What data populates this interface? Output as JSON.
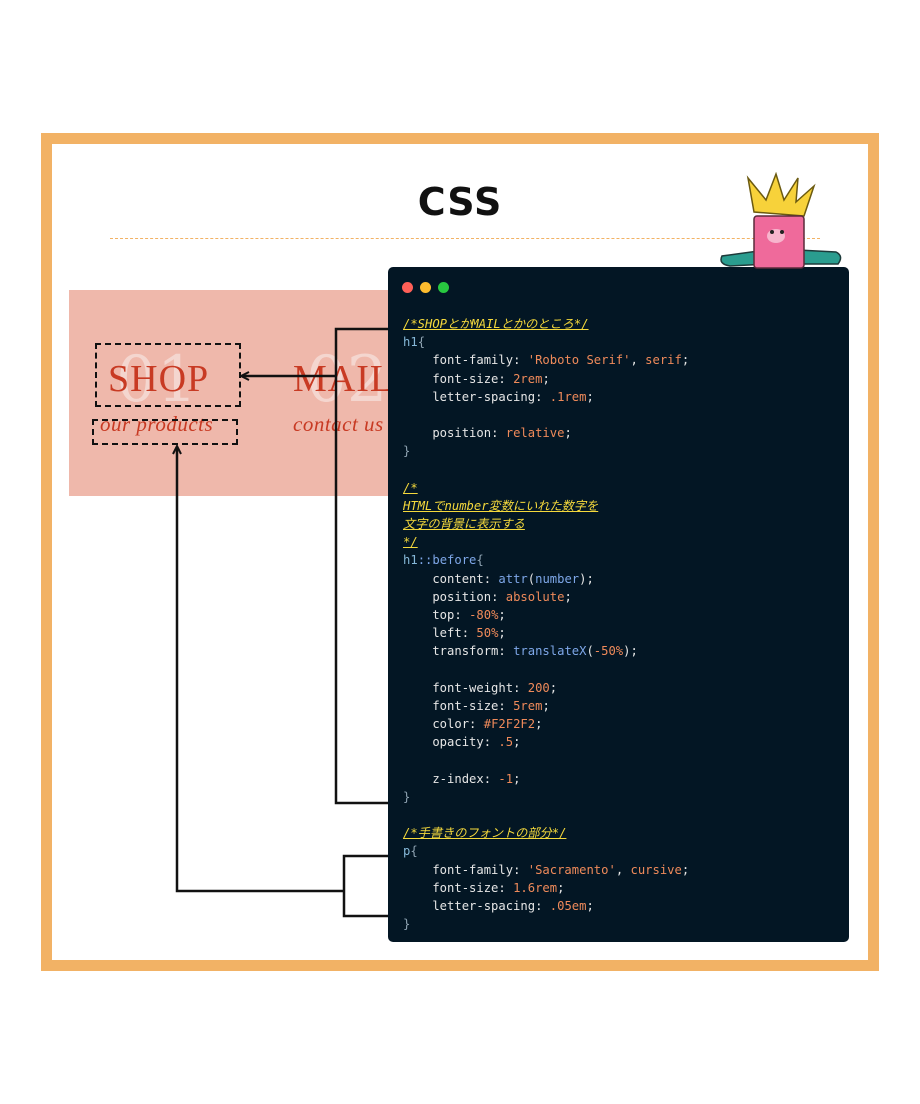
{
  "title": "CSS",
  "preview": {
    "items": [
      {
        "number": "01",
        "label": "SHOP",
        "sub": "our products"
      },
      {
        "number": "02",
        "label": "MAIL",
        "sub": "contact us"
      }
    ]
  },
  "colors": {
    "frame": "#f2b265",
    "preview_bg": "#efb8ab",
    "brand_red": "#c83a23",
    "editor_bg": "#031624",
    "comment": "#f5d93c",
    "value": "#ef8a5a"
  },
  "window_dots": [
    "#ff5f57",
    "#febc2e",
    "#28c840"
  ],
  "code_lines": [
    [
      {
        "t": "/*SHOPとかMAILとかのところ*/",
        "c": "cm"
      }
    ],
    [
      {
        "t": "h1",
        "c": "sel"
      },
      {
        "t": "{",
        "c": "br"
      }
    ],
    [
      {
        "t": "    font-family",
        "c": "prop"
      },
      {
        "t": ": ",
        "c": "prop"
      },
      {
        "t": "'Roboto Serif'",
        "c": "val"
      },
      {
        "t": ", ",
        "c": "prop"
      },
      {
        "t": "serif",
        "c": "val"
      },
      {
        "t": ";",
        "c": "prop"
      }
    ],
    [
      {
        "t": "    font-size",
        "c": "prop"
      },
      {
        "t": ": ",
        "c": "prop"
      },
      {
        "t": "2rem",
        "c": "val"
      },
      {
        "t": ";",
        "c": "prop"
      }
    ],
    [
      {
        "t": "    letter-spacing",
        "c": "prop"
      },
      {
        "t": ": ",
        "c": "prop"
      },
      {
        "t": ".1rem",
        "c": "val"
      },
      {
        "t": ";",
        "c": "prop"
      }
    ],
    [],
    [
      {
        "t": "    position",
        "c": "prop"
      },
      {
        "t": ": ",
        "c": "prop"
      },
      {
        "t": "relative",
        "c": "val"
      },
      {
        "t": ";",
        "c": "prop"
      }
    ],
    [
      {
        "t": "}",
        "c": "br"
      }
    ],
    [],
    [
      {
        "t": "/*",
        "c": "cm"
      }
    ],
    [
      {
        "t": "HTMLでnumber変数にいれた数字を",
        "c": "cm"
      }
    ],
    [
      {
        "t": "文字の背景に表示する",
        "c": "cm"
      }
    ],
    [
      {
        "t": "*/",
        "c": "cm"
      }
    ],
    [
      {
        "t": "h1",
        "c": "sel"
      },
      {
        "t": "::before",
        "c": "fn"
      },
      {
        "t": "{",
        "c": "br"
      }
    ],
    [
      {
        "t": "    content",
        "c": "prop"
      },
      {
        "t": ": ",
        "c": "prop"
      },
      {
        "t": "attr",
        "c": "fn"
      },
      {
        "t": "(",
        "c": "prop"
      },
      {
        "t": "number",
        "c": "fn"
      },
      {
        "t": ");",
        "c": "prop"
      }
    ],
    [
      {
        "t": "    position",
        "c": "prop"
      },
      {
        "t": ": ",
        "c": "prop"
      },
      {
        "t": "absolute",
        "c": "val"
      },
      {
        "t": ";",
        "c": "prop"
      }
    ],
    [
      {
        "t": "    top",
        "c": "prop"
      },
      {
        "t": ": ",
        "c": "prop"
      },
      {
        "t": "-80%",
        "c": "val"
      },
      {
        "t": ";",
        "c": "prop"
      }
    ],
    [
      {
        "t": "    left",
        "c": "prop"
      },
      {
        "t": ": ",
        "c": "prop"
      },
      {
        "t": "50%",
        "c": "val"
      },
      {
        "t": ";",
        "c": "prop"
      }
    ],
    [
      {
        "t": "    transform",
        "c": "prop"
      },
      {
        "t": ": ",
        "c": "prop"
      },
      {
        "t": "translateX",
        "c": "fn"
      },
      {
        "t": "(",
        "c": "prop"
      },
      {
        "t": "-50%",
        "c": "val"
      },
      {
        "t": ");",
        "c": "prop"
      }
    ],
    [],
    [
      {
        "t": "    font-weight",
        "c": "prop"
      },
      {
        "t": ": ",
        "c": "prop"
      },
      {
        "t": "200",
        "c": "val"
      },
      {
        "t": ";",
        "c": "prop"
      }
    ],
    [
      {
        "t": "    font-size",
        "c": "prop"
      },
      {
        "t": ": ",
        "c": "prop"
      },
      {
        "t": "5rem",
        "c": "val"
      },
      {
        "t": ";",
        "c": "prop"
      }
    ],
    [
      {
        "t": "    color",
        "c": "prop"
      },
      {
        "t": ": ",
        "c": "prop"
      },
      {
        "t": "#F2F2F2",
        "c": "val"
      },
      {
        "t": ";",
        "c": "prop"
      }
    ],
    [
      {
        "t": "    opacity",
        "c": "prop"
      },
      {
        "t": ": ",
        "c": "prop"
      },
      {
        "t": ".5",
        "c": "val"
      },
      {
        "t": ";",
        "c": "prop"
      }
    ],
    [],
    [
      {
        "t": "    z-index",
        "c": "prop"
      },
      {
        "t": ": ",
        "c": "prop"
      },
      {
        "t": "-1",
        "c": "val"
      },
      {
        "t": ";",
        "c": "prop"
      }
    ],
    [
      {
        "t": "}",
        "c": "br"
      }
    ],
    [],
    [
      {
        "t": "/*手書きのフォントの部分*/",
        "c": "cm"
      }
    ],
    [
      {
        "t": "p",
        "c": "sel"
      },
      {
        "t": "{",
        "c": "br"
      }
    ],
    [
      {
        "t": "    font-family",
        "c": "prop"
      },
      {
        "t": ": ",
        "c": "prop"
      },
      {
        "t": "'Sacramento'",
        "c": "val"
      },
      {
        "t": ", ",
        "c": "prop"
      },
      {
        "t": "cursive",
        "c": "val"
      },
      {
        "t": ";",
        "c": "prop"
      }
    ],
    [
      {
        "t": "    font-size",
        "c": "prop"
      },
      {
        "t": ": ",
        "c": "prop"
      },
      {
        "t": "1.6rem",
        "c": "val"
      },
      {
        "t": ";",
        "c": "prop"
      }
    ],
    [
      {
        "t": "    letter-spacing",
        "c": "prop"
      },
      {
        "t": ": ",
        "c": "prop"
      },
      {
        "t": ".05em",
        "c": "val"
      },
      {
        "t": ";",
        "c": "prop"
      }
    ],
    [
      {
        "t": "}",
        "c": "br"
      }
    ]
  ]
}
